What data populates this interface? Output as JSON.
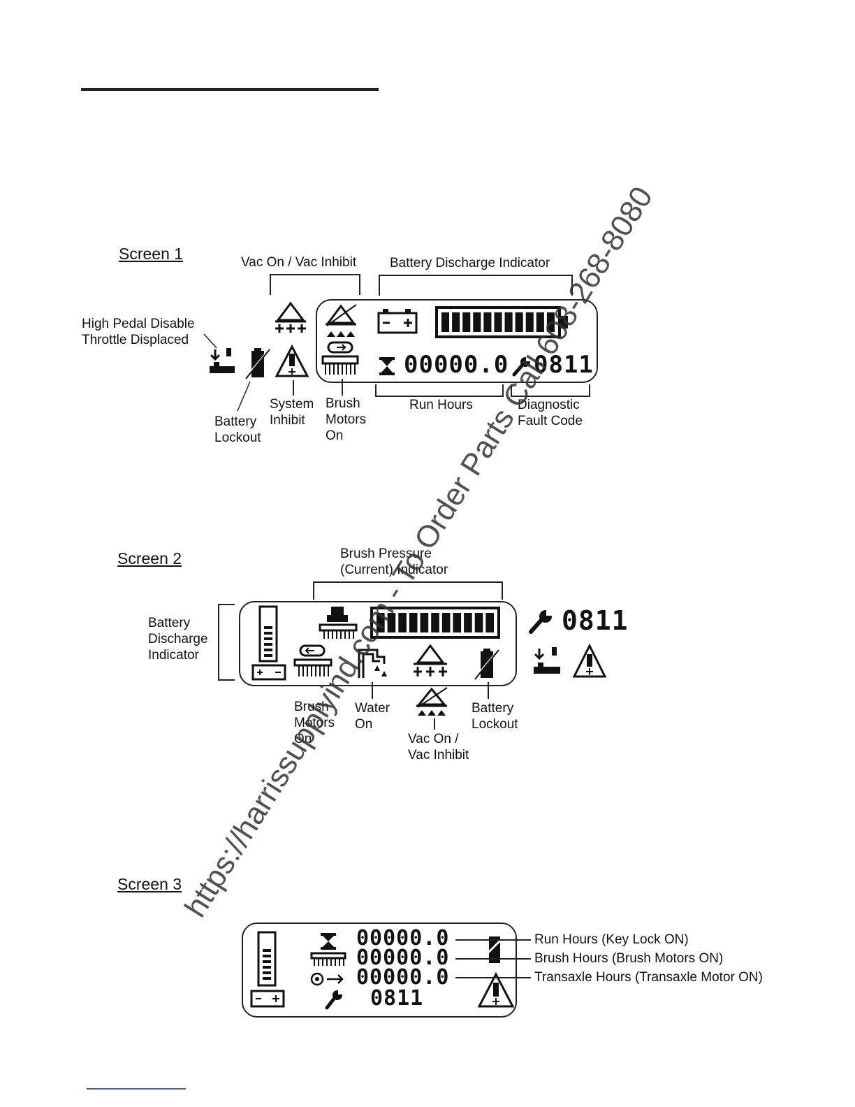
{
  "screen1": {
    "title": "Screen 1",
    "labels": {
      "vac": "Vac On / Vac Inhibit",
      "battery_discharge": "Battery Discharge Indicator",
      "high_pedal": "High Pedal Disable\nThrottle Displaced",
      "battery_lockout": "Battery\nLockout",
      "system_inhibit": "System\nInhibit",
      "brush_motors": "Brush\nMotors\nOn",
      "run_hours": "Run Hours",
      "diagnostic": "Diagnostic\nFault Code"
    },
    "hours": "00000.0",
    "fault_code": "0811",
    "battery_level": 1.0
  },
  "screen2": {
    "title": "Screen 2",
    "labels": {
      "brush_pressure": "Brush Pressure\n(Current) Indicator",
      "battery_discharge": "Battery\nDischarge\nIndicator",
      "brush_motors": "Brush\nMotors\nOn",
      "water": "Water\nOn",
      "vac": "Vac On /\nVac Inhibit",
      "battery_lockout": "Battery\nLockout"
    },
    "fault_code": "0811",
    "pressure_level": 1.0
  },
  "screen3": {
    "title": "Screen 3",
    "rows": [
      {
        "value": "00000.0",
        "label": "Run Hours (Key Lock ON)"
      },
      {
        "value": "00000.0",
        "label": "Brush Hours (Brush Motors ON)"
      },
      {
        "value": "00000.0",
        "label": "Transaxle Hours (Transaxle Motor ON)"
      }
    ],
    "fault_code": "0811"
  },
  "watermark": "https://harrissupplyind.com - To Order Parts Call 608-268-8080",
  "icons": [
    "vac-icon",
    "vac-inhibit-icon",
    "battery-icon",
    "hourglass-icon",
    "wrench-icon",
    "brush-icon",
    "high-pedal-icon",
    "battery-lockout-icon",
    "warning-icon",
    "water-icon",
    "transaxle-icon"
  ]
}
